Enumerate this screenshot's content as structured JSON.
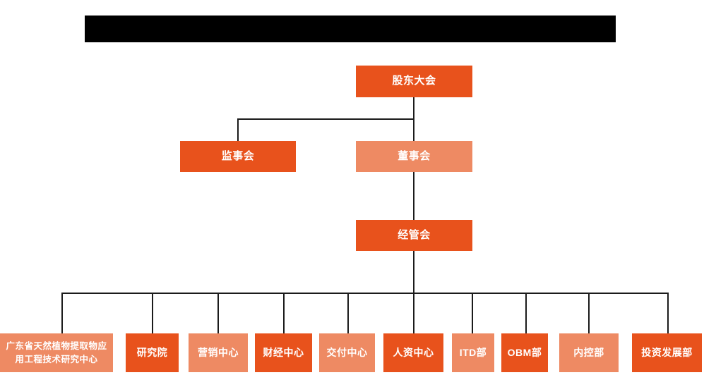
{
  "diagram": {
    "type": "org-chart",
    "title_bar": {
      "label": "",
      "redacted": true,
      "color": "#000000"
    },
    "colors": {
      "primary": "#E8521C",
      "secondary": "#EE8A63",
      "connector": "#1b1b1b",
      "background": "#ffffff",
      "text": "#ffffff"
    },
    "levels": {
      "level1": {
        "nodes": [
          {
            "id": "shareholders",
            "label": "股东大会",
            "style": "primary"
          }
        ]
      },
      "level2": {
        "nodes": [
          {
            "id": "supervisors",
            "label": "监事会",
            "style": "primary"
          },
          {
            "id": "board",
            "label": "董事会",
            "style": "secondary"
          }
        ]
      },
      "level3": {
        "nodes": [
          {
            "id": "management",
            "label": "经管会",
            "style": "primary"
          }
        ]
      },
      "level4": {
        "nodes": [
          {
            "id": "dept-0",
            "label": "广东省天然植物提取物应用工程技术研究中心",
            "line1": "广东省天然植物提取物应",
            "line2": "用工程技术研究中心",
            "style": "secondary"
          },
          {
            "id": "dept-1",
            "label": "研究院",
            "style": "primary"
          },
          {
            "id": "dept-2",
            "label": "营销中心",
            "style": "secondary"
          },
          {
            "id": "dept-3",
            "label": "财经中心",
            "style": "primary"
          },
          {
            "id": "dept-4",
            "label": "交付中心",
            "style": "secondary"
          },
          {
            "id": "dept-5",
            "label": "人资中心",
            "style": "primary"
          },
          {
            "id": "dept-6",
            "label": "ITD部",
            "style": "secondary"
          },
          {
            "id": "dept-7",
            "label": "OBM部",
            "style": "primary"
          },
          {
            "id": "dept-8",
            "label": "内控部",
            "style": "secondary"
          },
          {
            "id": "dept-9",
            "label": "投资发展部",
            "style": "primary"
          }
        ]
      }
    }
  }
}
